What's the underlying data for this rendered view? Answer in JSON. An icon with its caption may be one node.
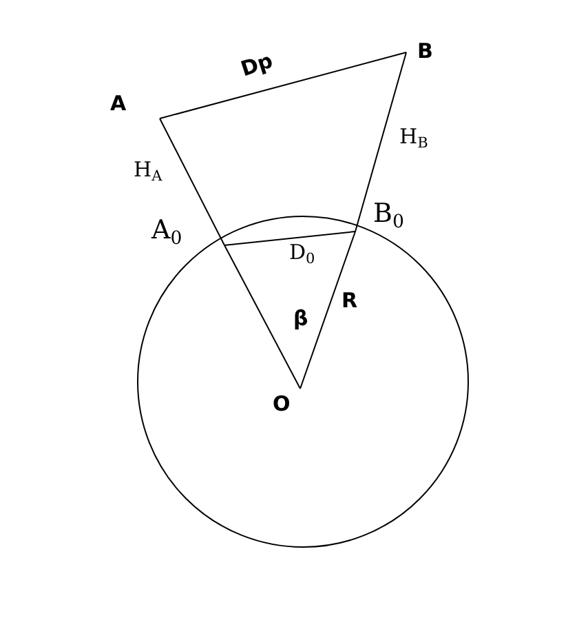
{
  "diagram": {
    "nodes": [
      {
        "text": [
          "A"
        ]
      },
      {
        "text": [
          "B"
        ]
      },
      {
        "text": [
          "A$_{0}$"
        ]
      },
      {
        "text": [
          "B$_{0}$"
        ]
      },
      {
        "text": [
          "O"
        ]
      }
    ],
    "edges": [
      {
        "from": 0,
        "to": 1,
        "arrow": "none",
        "label": "Dp"
      },
      {
        "from": 0,
        "to": 2,
        "arrow": "none",
        "label": "H$_{A}$"
      },
      {
        "from": 1,
        "to": 3,
        "arrow": "none",
        "label": "H$_{B}$"
      },
      {
        "from": 2,
        "to": 3,
        "arrow": "none",
        "label": "D$_{0}$"
      },
      {
        "from": 2,
        "to": 4,
        "arrow": "none"
      },
      {
        "from": 3,
        "to": 4,
        "arrow": "none",
        "label": "R"
      }
    ],
    "labels": [
      "β"
    ]
  }
}
